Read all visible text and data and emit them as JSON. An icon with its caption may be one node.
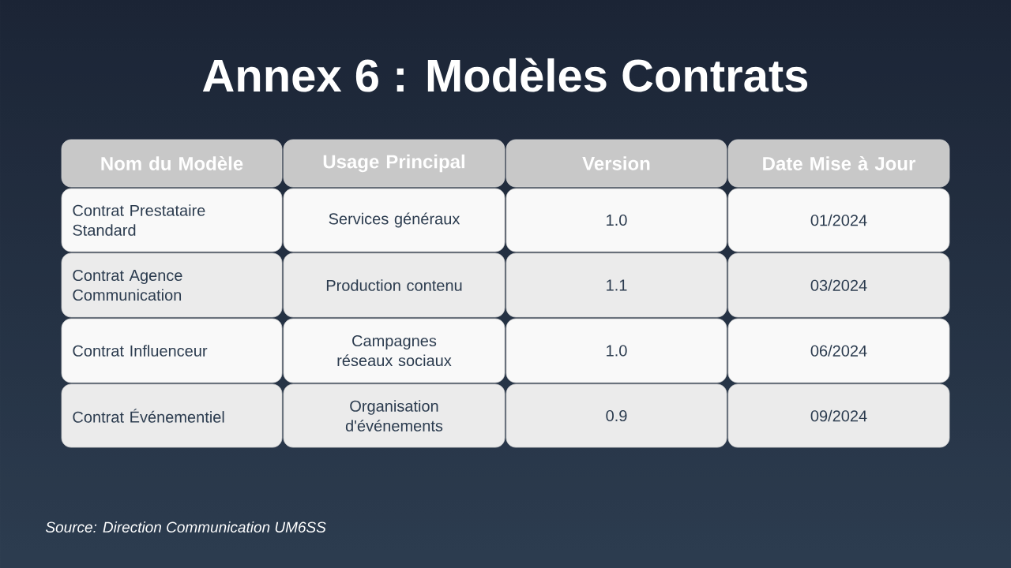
{
  "diagram": {
    "title": "Annex 6 : Modèles Contrats",
    "labels": [
      "Nom du Modèle",
      "Usage Principal",
      "Version",
      "Date Mise à Jour",
      "Contrat Prestataire Standard",
      "Services généraux",
      "1.0",
      "01/2024",
      "Contrat Agence Communication",
      "Production contenu",
      "1.1",
      "03/2024",
      "Contrat Influenceur",
      "Campagnes réseaux sociaux",
      "1.0",
      "06/2024",
      "Contrat Événementiel",
      "Organisation d'événements",
      "0.9",
      "09/2024",
      "Source: Direction Communication UM6SS"
    ]
  }
}
